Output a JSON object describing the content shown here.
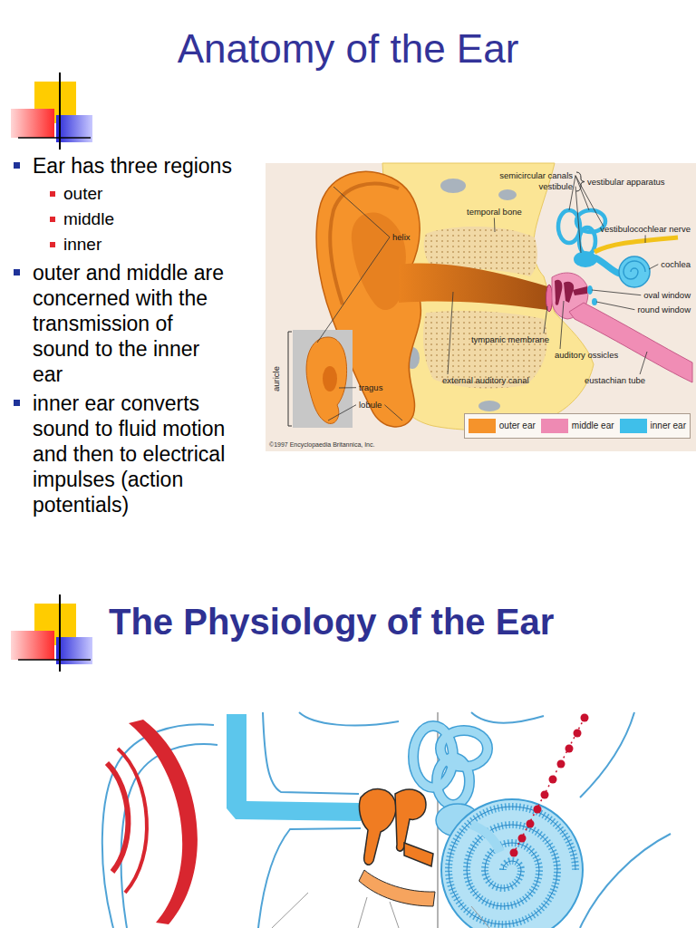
{
  "diagram": {
    "title": "Anatomy of the Ear",
    "labels": [
      "Ear has three regions",
      "outer",
      "middle",
      "inner",
      "outer and middle are concerned with the transmission of sound to the inner ear",
      "inner ear converts sound to fluid motion and then to electrical impulses (action potentials)",
      "semicircular canals",
      "vestibule",
      "vestibular apparatus",
      "temporal bone",
      "vestibulocochlear nerve",
      "helix",
      "cochlea",
      "oval window",
      "round window",
      "auricle",
      "tympanic membrane",
      "auditory ossicles",
      "tragus",
      "external auditory canal",
      "eustachian tube",
      "lobule",
      "©1997 Encyclopaedia Britannica, Inc.",
      "The Physiology of the Ear"
    ],
    "legend": [
      {
        "text": "outer ear",
        "color": "#f5932b"
      },
      {
        "text": "middle ear",
        "color": "#ee8ab3"
      },
      {
        "text": "inner ear",
        "color": "#3fbfea"
      }
    ]
  }
}
